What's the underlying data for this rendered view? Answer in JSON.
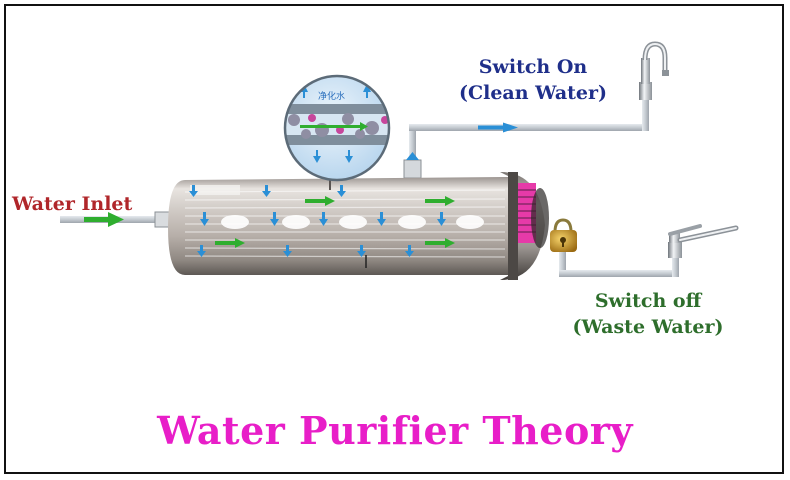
{
  "labels": {
    "water_inlet": "Water Inlet",
    "switch_on_line1": "Switch On",
    "switch_on_line2": "(Clean Water)",
    "switch_off_line1": "Switch off",
    "switch_off_line2": "(Waste Water)",
    "membrane_text": "净化水"
  },
  "title": "Water Purifier Theory",
  "colors": {
    "inlet_label": "#b0262a",
    "switch_on_label": "#1f2f8a",
    "switch_off_label": "#2e6e2c",
    "title": "#e81ec8",
    "flow_arrow_green": "#2fae2f",
    "flow_arrow_blue": "#2a8fd6",
    "pipe": "#c9ced3"
  },
  "icons": [
    "clean-water-faucet-icon",
    "waste-water-faucet-icon",
    "lock-valve-icon",
    "membrane-magnifier-icon"
  ]
}
